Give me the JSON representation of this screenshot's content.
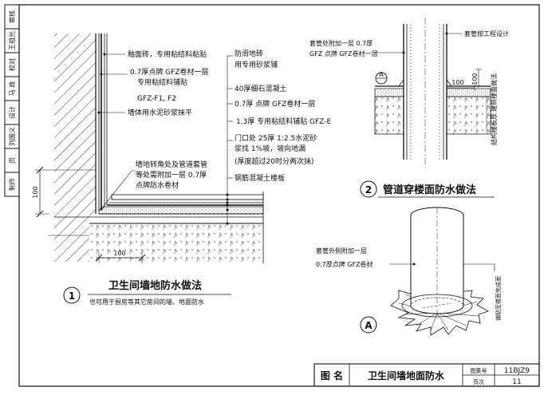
{
  "left_strip": {
    "cells": [
      "审核",
      "王祖光",
      "校对",
      "马 政",
      "设计",
      "刘国义",
      "页",
      "制作"
    ]
  },
  "left_detail": {
    "labels": [
      "釉面砖，专用粘结料粘贴",
      "0.7厚点牌 GFZ卷材一层",
      "专用粘结料铺贴",
      "GFZ-F1, F2",
      "墙体用水泥砂浆抹平",
      "防滑地砖",
      "用专用砂浆铺",
      "40厚细石混凝土",
      "0.7厚 点牌 GFZ卷材一层",
      "1.3厚 专用粘结料铺贴  GFZ-E",
      "门口处 25厚 1:2.5水泥砂",
      "浆找 1%坡，坡向地漏",
      "(厚度超过20时分两次抹)",
      "钢筋混凝土楼板",
      "墙地转角处及管道套管",
      "等处需附加一层 0.7厚",
      "点牌防水卷材"
    ],
    "dim_vertical": "100",
    "dim_horizontal": "100",
    "number": "1",
    "title": "卫生间墙地防水做法",
    "subtitle": "也可用于厨房等其它房间的墙、地面防水"
  },
  "right_detail": {
    "labels": [
      "套管处附加一层 0.7厚",
      "GFZ 点牌 GFZ卷材一层",
      "套管按工程设计",
      "结构楼板厚",
      "建筑楼面做法"
    ],
    "marker": "A",
    "dim_h": "100",
    "dim_v": "100",
    "number": "2",
    "title": "管道穿楼面防水做法"
  },
  "iso_detail": {
    "labels": [
      "套管外侧附加一层",
      "0.7厚点牌 GFZ卷材",
      "铺贴至楼面完成面"
    ],
    "marker": "A"
  },
  "title_block": {
    "name_label": "图 名",
    "drawing_title": "卫生间墙地面防水",
    "set_label": "图集号",
    "set_value": "11BJZ9",
    "page_label": "页次",
    "page_value": "11"
  }
}
